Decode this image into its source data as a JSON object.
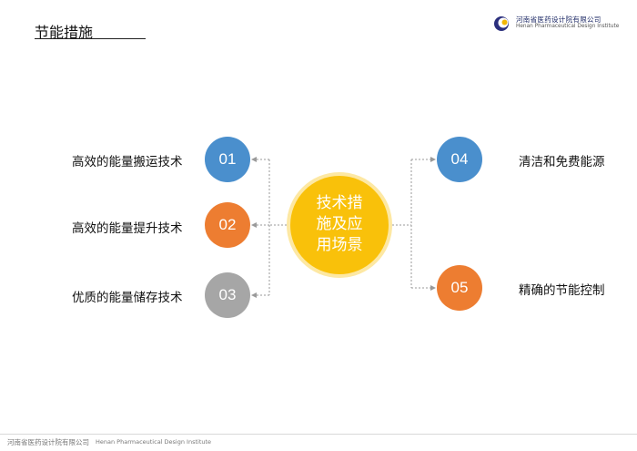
{
  "header": {
    "title": "节能措施",
    "logo_cn": "河南省医药设计院有限公司",
    "logo_en": "Henan Pharmaceutical Design Institute"
  },
  "diagram": {
    "center": {
      "lines": [
        "技术措",
        "施及应",
        "用场景"
      ],
      "color": "#f9c10a"
    },
    "nodes": [
      {
        "number": "01",
        "label": "高效的能量搬运技术",
        "color": "#4a8fcd"
      },
      {
        "number": "02",
        "label": "高效的能量提升技术",
        "color": "#ed7d31"
      },
      {
        "number": "03",
        "label": "优质的能量储存技术",
        "color": "#a6a6a6"
      },
      {
        "number": "04",
        "label": "清洁和免费能源",
        "color": "#4a8fcd"
      },
      {
        "number": "05",
        "label": "精确的节能控制",
        "color": "#ed7d31"
      }
    ]
  },
  "footer": {
    "cn": "河南省医药设计院有限公司",
    "en": "Henan Pharmaceutical Design Institute"
  }
}
